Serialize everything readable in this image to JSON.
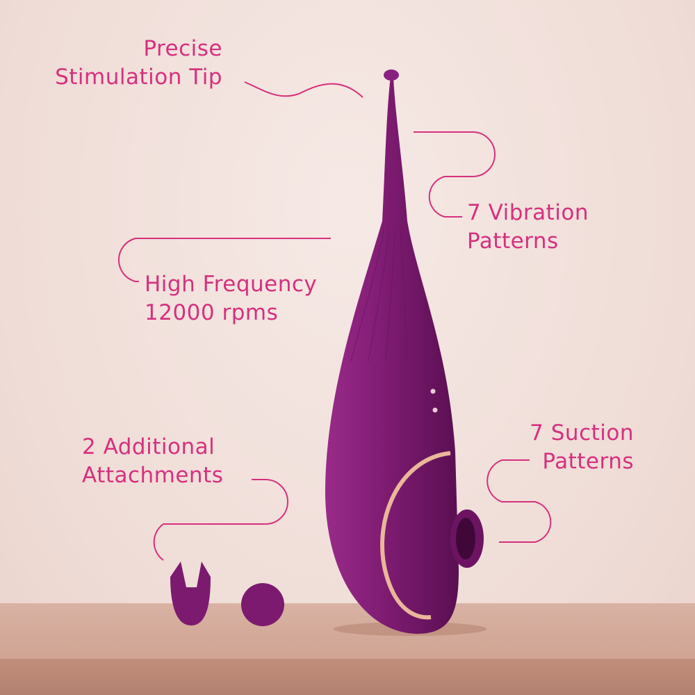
{
  "colors": {
    "text": "#d6307e",
    "product": "#7b1a6f",
    "accent": "#e9b79a",
    "background": "#f2e2dd",
    "shelf": "#cfa493"
  },
  "features": [
    {
      "line1": "Precise",
      "line2": "Stimulation Tip"
    },
    {
      "line1": "7 Vibration",
      "line2": "Patterns"
    },
    {
      "line1": "High Frequency",
      "line2": "12000 rpms"
    },
    {
      "line1": "2 Additional",
      "line2": "Attachments"
    },
    {
      "line1": "7 Suction",
      "line2": "Patterns"
    }
  ]
}
